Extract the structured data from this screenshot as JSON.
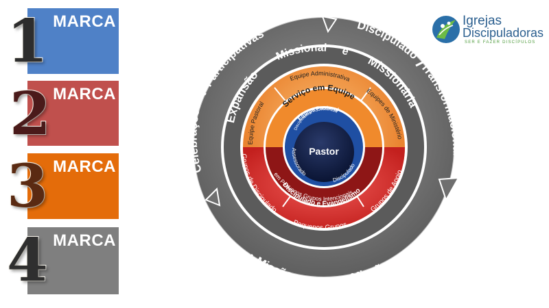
{
  "marcas": [
    {
      "number": "1",
      "label": "MARCA",
      "color": "#4f81c7"
    },
    {
      "number": "2",
      "label": "MARCA",
      "color": "#c0504d"
    },
    {
      "number": "3",
      "label": "MARCA",
      "color": "#e46c0a"
    },
    {
      "number": "4",
      "label": "MARCA",
      "color": "#7f7f7f"
    }
  ],
  "logo": {
    "line1": "Igrejas",
    "line2": "Discipuladoras",
    "tagline": "SER E FAZER DISCÍPULOS"
  },
  "diagram": {
    "outer": {
      "celebracoes": "Celebrações",
      "participativas": "Participativas",
      "discipulado": "Discipulado",
      "transformacional": "Transformacional",
      "missao": "Missão",
      "e": "e",
      "missoes": "Missões"
    },
    "middle": {
      "expansao": "Expansão",
      "missional": "Missional",
      "e": "e",
      "missionaria": "Missionária"
    },
    "orange": {
      "equipe_pastoral": "Equipe Pastoral",
      "equipe_administrativa": "Equipe Administrativa",
      "equipes_ministerio": "Equipes de Ministério",
      "servico_equipe": "Serviço em Equipe"
    },
    "red": {
      "grupos_discipulado": "Grupos de Discipulado",
      "grupos_apoio": "Grupos de Apoio",
      "pequenos_grupos": "Pequenos Grupos"
    },
    "darkred": {
      "discipulado_evangelismo": "Discipulado e Evangelismo",
      "em_pequenos_grupos": "em Pequenos  Grupos Intencionais"
    },
    "center": {
      "equipe_pastoral": "Equipe Pastoral",
      "discipulada": "Discipulada e Assessorada",
      "pastor": "Pastor",
      "assessorado": "Assessorado",
      "discipulado": "Discipulado"
    }
  },
  "colors": {
    "outer_ring": "#6f6f6f",
    "middle_ring": "#5a5a5a",
    "orange": "#ef8a2a",
    "red": "#d9322f",
    "dark_red": "#8e1616",
    "navy": "#0e1b3f",
    "blue": "#2e62b8"
  }
}
